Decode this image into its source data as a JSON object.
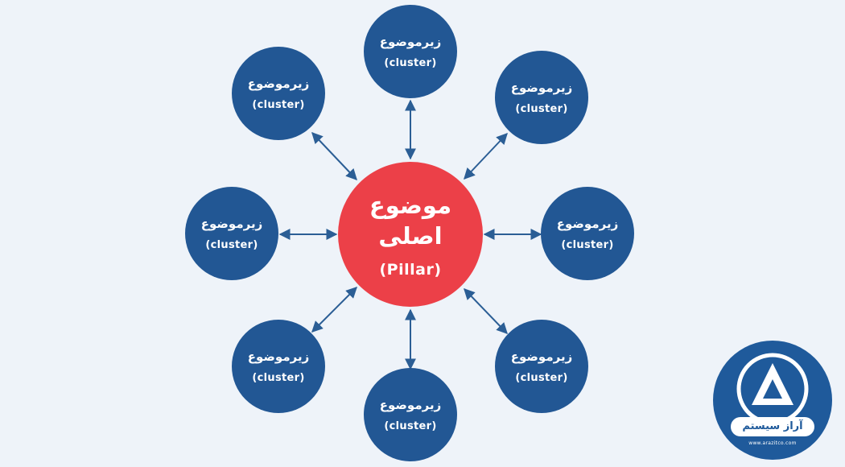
{
  "pillar": {
    "line1": "موضوع",
    "line2": "اصلی",
    "english": "(Pillar)"
  },
  "clusters": [
    {
      "fa": "زیرموضوع",
      "en": "(cluster)"
    },
    {
      "fa": "زیرموضوع",
      "en": "(cluster)"
    },
    {
      "fa": "زیرموضوع",
      "en": "(cluster)"
    },
    {
      "fa": "زیرموضوع",
      "en": "(cluster)"
    },
    {
      "fa": "زیرموضوع",
      "en": "(cluster)"
    },
    {
      "fa": "زیرموضوع",
      "en": "(cluster)"
    },
    {
      "fa": "زیرموضوع",
      "en": "(cluster)"
    },
    {
      "fa": "زیرموضوع",
      "en": "(cluster)"
    }
  ],
  "logo": {
    "brand": "آراز سیستم",
    "url": "www.arazitco.com"
  },
  "colors": {
    "background": "#eef3f9",
    "pillar": "#ec4048",
    "cluster": "#225794",
    "arrow": "#2b5e95"
  }
}
